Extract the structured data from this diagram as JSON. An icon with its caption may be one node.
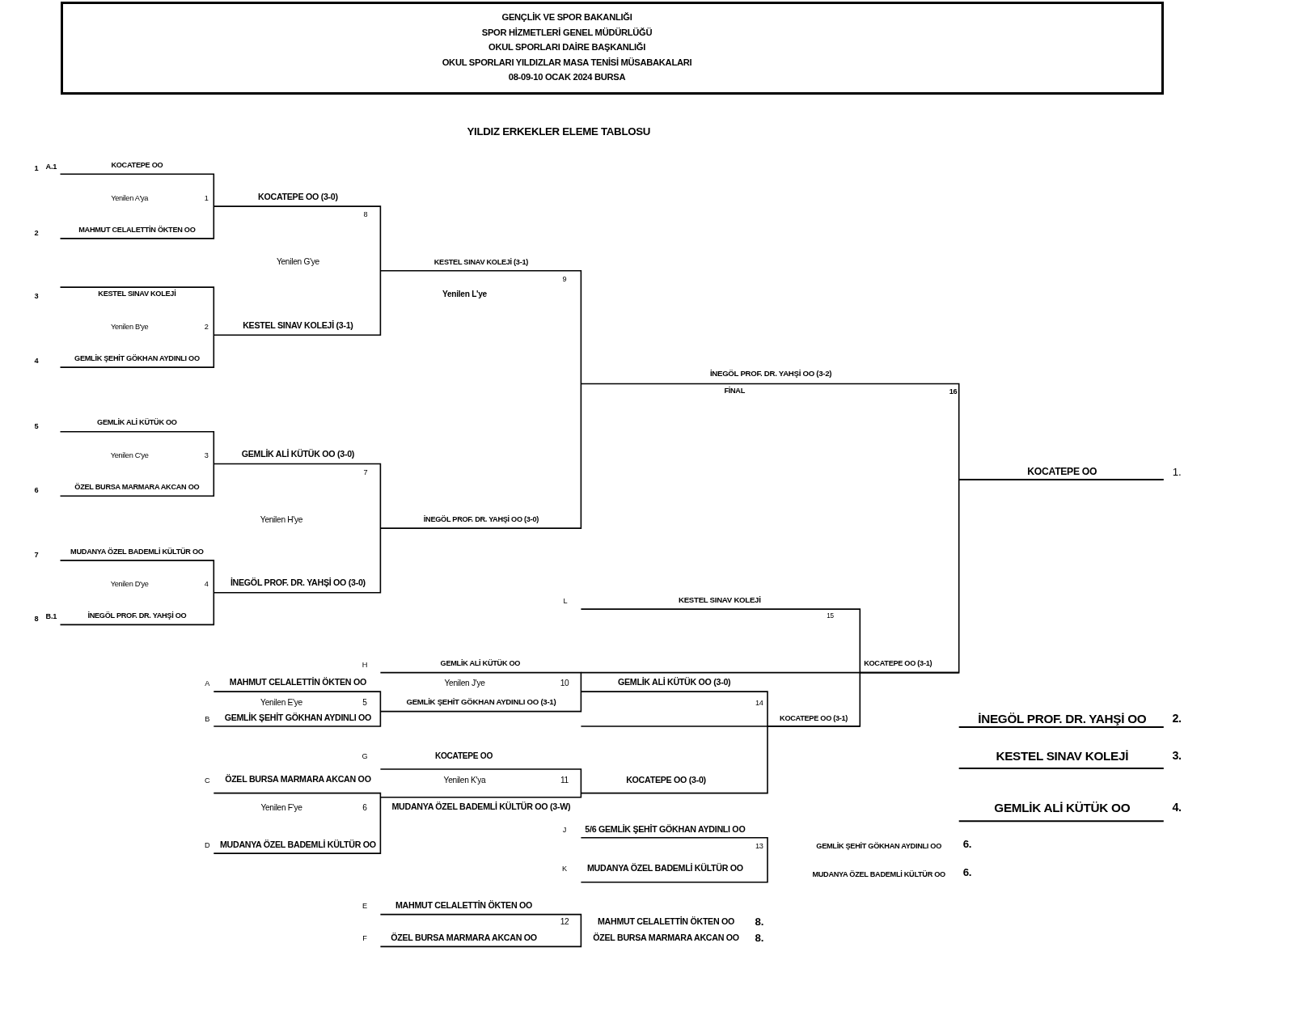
{
  "diagram": {
    "title": "YILDIZ ERKEKLER ELEME TABLOSU",
    "labels": [
      "GENÇLİK VE SPOR BAKANLIĞI",
      "SPOR HİZMETLERİ GENEL MÜDÜRLÜĞÜ",
      "OKUL SPORLARI DAİRE BAŞKANLIĞI",
      "OKUL SPORLARI YILDIZLAR MASA TENİSİ MÜSABAKALARI",
      "08-09-10 OCAK 2024 BURSA",
      "1",
      "A.1",
      "KOCATEPE OO",
      "Yenilen A'ya",
      "1",
      "KOCATEPE OO (3-0)",
      "8",
      "2",
      "MAHMUT CELALETTİN ÖKTEN OO",
      "Yenilen G'ye",
      "KESTEL SINAV KOLEJİ (3-1)",
      "9",
      "3",
      "KESTEL SINAV KOLEJİ",
      "Yenilen L'ye",
      "Yenilen B'ye",
      "2",
      "KESTEL SINAV KOLEJİ (3-1)",
      "4",
      "GEMLİK ŞEHİT GÖKHAN AYDINLI OO",
      "İNEGÖL PROF. DR. YAHŞİ OO (3-2)",
      "FİNAL",
      "16",
      "5",
      "GEMLİK ALİ KÜTÜK OO",
      "Yenilen C'ye",
      "3",
      "GEMLİK ALİ KÜTÜK OO (3-0)",
      "7",
      "KOCATEPE OO",
      "1.",
      "6",
      "ÖZEL BURSA MARMARA AKCAN OO",
      "Yenilen H'ye",
      "İNEGÖL PROF. DR. YAHŞİ OO (3-0)",
      "7",
      "MUDANYA ÖZEL BADEMLİ KÜLTÜR OO",
      "Yenilen D'ye",
      "4",
      "İNEGÖL PROF. DR. YAHŞİ OO (3-0)",
      "L",
      "KESTEL SINAV KOLEJİ",
      "8",
      "B.1",
      "İNEGÖL PROF. DR. YAHŞİ OO",
      "15",
      "H",
      "GEMLİK ALİ KÜTÜK OO",
      "KOCATEPE OO (3-1)",
      "A",
      "MAHMUT CELALETTİN ÖKTEN OO",
      "Yenilen J'ye",
      "10",
      "GEMLİK ALİ KÜTÜK OO (3-0)",
      "Yenilen E'ye",
      "5",
      "GEMLİK ŞEHİT GÖKHAN AYDINLI OO (3-1)",
      "14",
      "B",
      "GEMLİK ŞEHİT GÖKHAN AYDINLI OO",
      "KOCATEPE OO (3-1)",
      "İNEGÖL PROF. DR. YAHŞİ OO",
      "2.",
      "G",
      "KOCATEPE OO",
      "KESTEL SINAV KOLEJİ",
      "3.",
      "C",
      "ÖZEL BURSA MARMARA AKCAN OO",
      "Yenilen K'ya",
      "11",
      "KOCATEPE OO (3-0)",
      "Yenilen F'ye",
      "6",
      "MUDANYA ÖZEL BADEMLİ KÜLTÜR OO (3-W)",
      "GEMLİK ALİ KÜTÜK OO",
      "4.",
      "J",
      "5/6 GEMLİK ŞEHİT GÖKHAN AYDINLI OO",
      "D",
      "MUDANYA ÖZEL BADEMLİ KÜLTÜR OO",
      "13",
      "GEMLİK ŞEHİT GÖKHAN AYDINLI OO",
      "6.",
      "K",
      "MUDANYA ÖZEL BADEMLİ KÜLTÜR OO",
      "MUDANYA ÖZEL BADEMLİ KÜLTÜR OO",
      "6.",
      "E",
      "MAHMUT CELALETTİN ÖKTEN OO",
      "12",
      "MAHMUT CELALETTİN ÖKTEN OO",
      "8.",
      "F",
      "ÖZEL BURSA MARMARA AKCAN OO",
      "ÖZEL BURSA MARMARA AKCAN OO",
      "8."
    ]
  }
}
